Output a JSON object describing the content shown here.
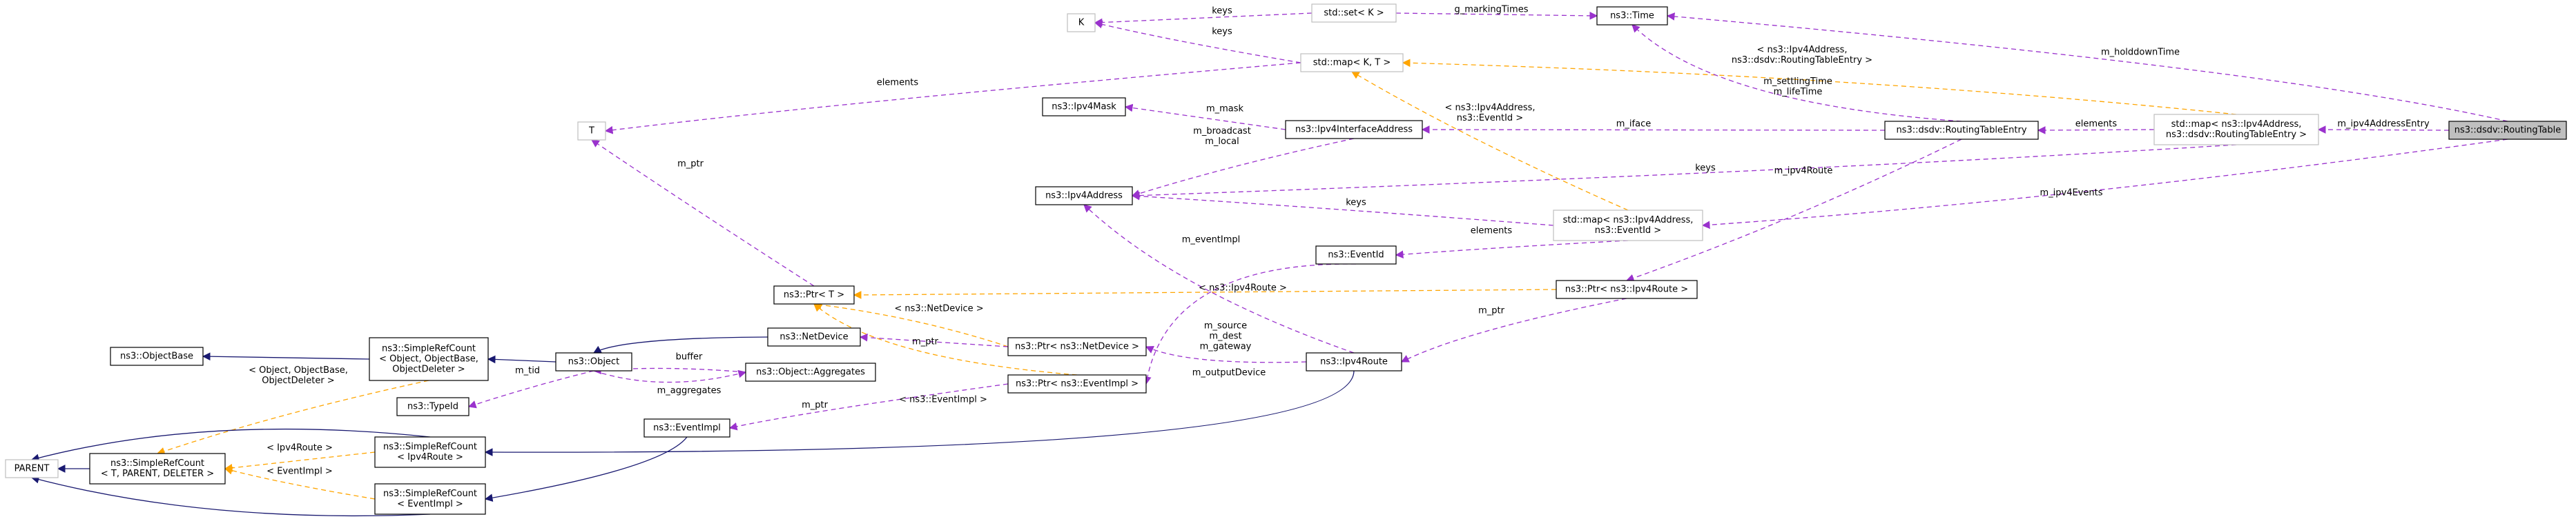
{
  "colors": {
    "usage_edge": "#9a32cd",
    "template_edge": "#ffa500",
    "inheritance_edge": "#191970",
    "target_fill": "#bfbfbf",
    "gray_border": "#bfbfbf"
  },
  "nodes": {
    "routing_table": [
      "ns3::dsdv::RoutingTable"
    ],
    "map_ipv4_rte": [
      "std::map< ns3::Ipv4Address,",
      "ns3::dsdv::RoutingTableEntry >"
    ],
    "routing_table_entry": [
      "ns3::dsdv::RoutingTableEntry"
    ],
    "time": [
      "ns3::Time"
    ],
    "set_k": [
      "std::set< K >"
    ],
    "k": [
      "K"
    ],
    "map_kt": [
      "std::map< K, T >"
    ],
    "t": [
      "T"
    ],
    "ipv4mask": [
      "ns3::Ipv4Mask"
    ],
    "ipv4iface": [
      "ns3::Ipv4InterfaceAddress"
    ],
    "ipv4address": [
      "ns3::Ipv4Address"
    ],
    "map_ipv4_event": [
      "std::map< ns3::Ipv4Address,",
      "ns3::EventId >"
    ],
    "eventid": [
      "ns3::EventId"
    ],
    "ptr_ipv4route": [
      "ns3::Ptr< ns3::Ipv4Route >"
    ],
    "ptr_t": [
      "ns3::Ptr< T >"
    ],
    "netdevice": [
      "ns3::NetDevice"
    ],
    "ptr_netdevice": [
      "ns3::Ptr< ns3::NetDevice >"
    ],
    "ptr_eventimpl": [
      "ns3::Ptr< ns3::EventImpl >"
    ],
    "ipv4route": [
      "ns3::Ipv4Route"
    ],
    "objectbase": [
      "ns3::ObjectBase"
    ],
    "srefcount_obj": [
      "ns3::SimpleRefCount",
      "< Object, ObjectBase,",
      "ObjectDeleter >"
    ],
    "object": [
      "ns3::Object"
    ],
    "aggregates": [
      "ns3::Object::Aggregates"
    ],
    "typeid": [
      "ns3::TypeId"
    ],
    "eventimpl": [
      "ns3::EventImpl"
    ],
    "srefcount_ipv4route": [
      "ns3::SimpleRefCount",
      "< Ipv4Route >"
    ],
    "srefcount_eventimpl": [
      "ns3::SimpleRefCount",
      "< EventImpl >"
    ],
    "srefcount_tpd": [
      "ns3::SimpleRefCount",
      "< T, PARENT, DELETER >"
    ],
    "parent": [
      "PARENT"
    ]
  },
  "edge_labels": {
    "keys_set_k": "keys",
    "keys_map_k": "keys",
    "g_markingTimes": "g_markingTimes",
    "m_holddownTime": "m_holddownTime",
    "elements_t": "elements",
    "ipv4addr_rte": [
      "< ns3::Ipv4Address,",
      "ns3::dsdv::RoutingTableEntry >"
    ],
    "settling": [
      "m_settlingTime",
      "m_lifeTime"
    ],
    "m_ipv4AddressEntry": "m_ipv4AddressEntry",
    "elements_rte": "elements",
    "m_mask": "m_mask",
    "ipv4addr_eventid": [
      "< ns3::Ipv4Address,",
      "ns3::EventId >"
    ],
    "m_iface": "m_iface",
    "broadcast": [
      "m_broadcast",
      "m_local"
    ],
    "keys_ipv4": "keys",
    "m_ipv4Route": "m_ipv4Route",
    "keys_map_event": "keys",
    "m_ipv4Events": "m_ipv4Events",
    "m_ptr_t": "m_ptr",
    "elements_eventid": "elements",
    "m_eventImpl": "m_eventImpl",
    "ipv4route_tmpl": "< ns3::Ipv4Route >",
    "netdevice_tmpl": "< ns3::NetDevice >",
    "m_ptr_route": "m_ptr",
    "route_fields": [
      "m_source",
      "m_dest",
      "m_gateway"
    ],
    "m_ptr_netdev": "m_ptr",
    "m_outputDevice": "m_outputDevice",
    "eventimpl_tmpl": "< ns3::EventImpl >",
    "buffer": "buffer",
    "m_tid": "m_tid",
    "m_aggregates": "m_aggregates",
    "object_tmpl": [
      "< Object, ObjectBase,",
      "ObjectDeleter >"
    ],
    "m_ptr_eventimpl": "m_ptr",
    "ipv4route_srt": "< Ipv4Route >",
    "eventimpl_srt": "< EventImpl >"
  }
}
